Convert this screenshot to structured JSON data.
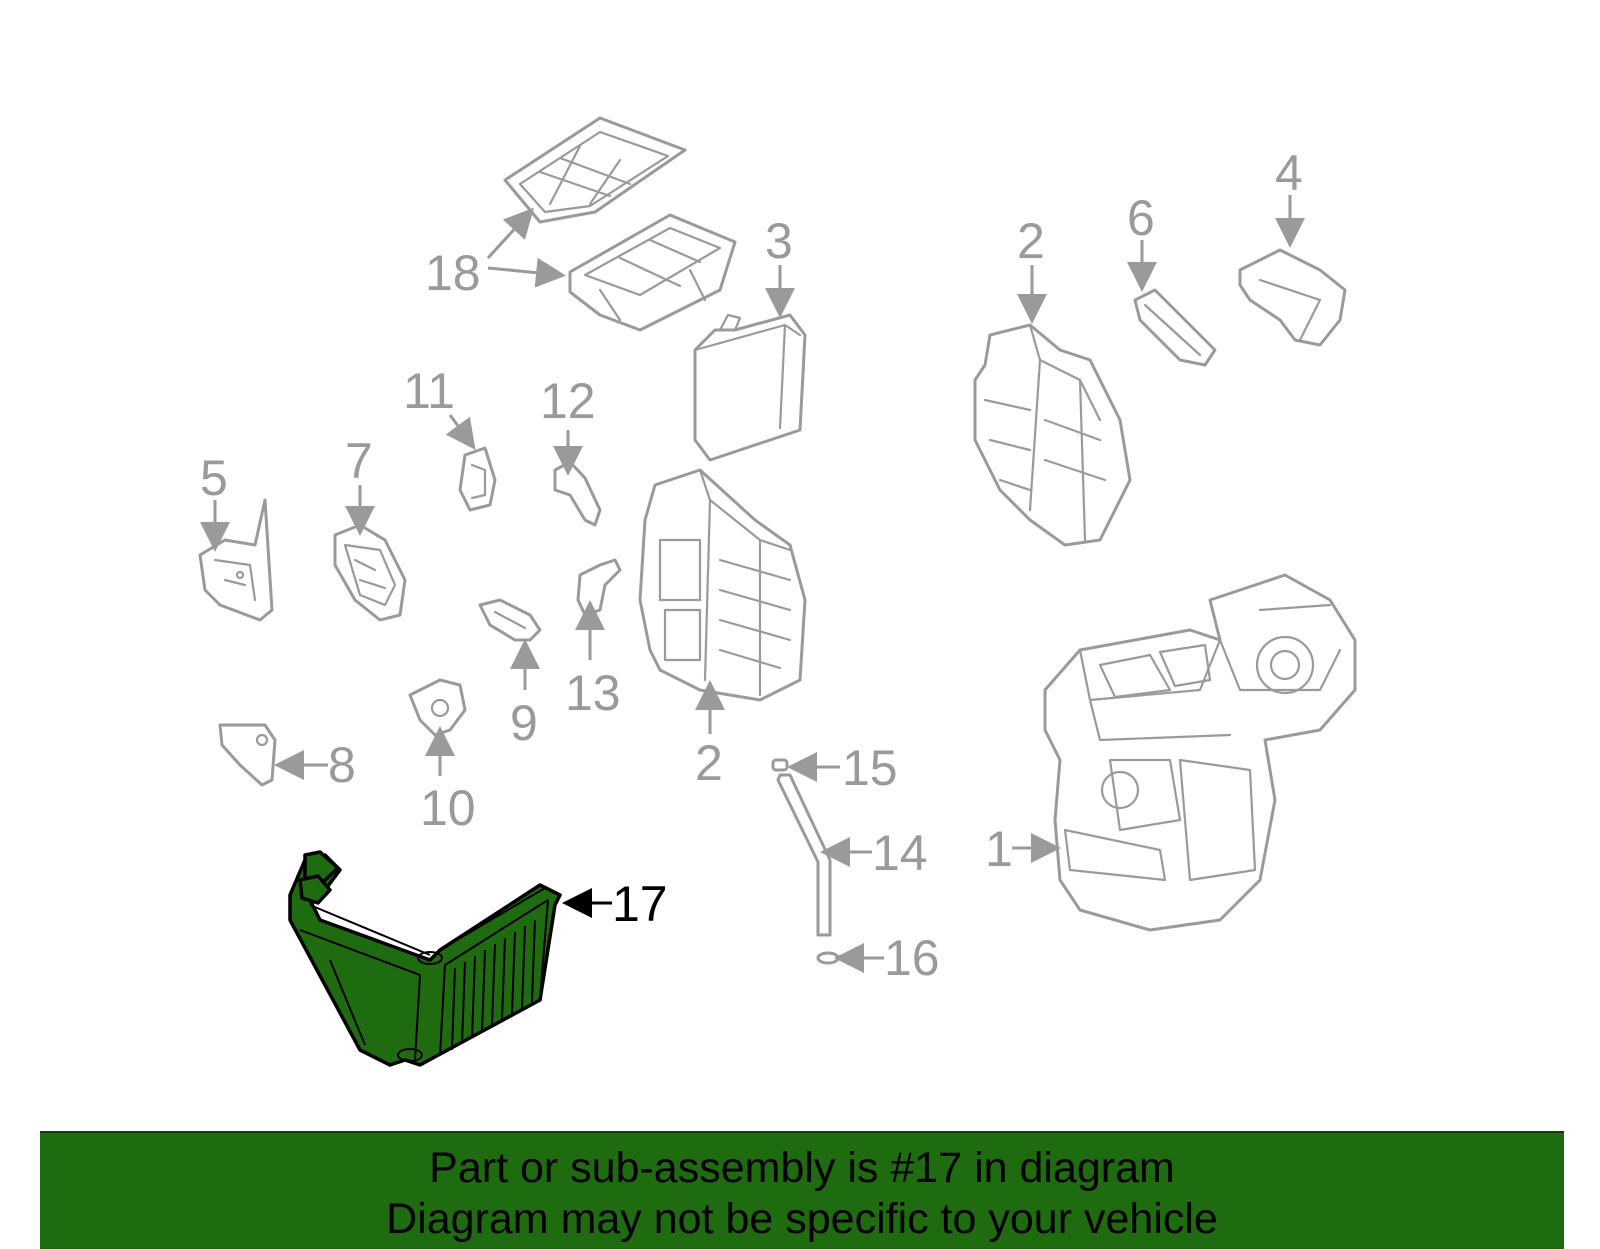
{
  "callouts": {
    "c1": "1",
    "c2a": "2",
    "c2b": "2",
    "c3": "3",
    "c4": "4",
    "c5": "5",
    "c6": "6",
    "c7": "7",
    "c8": "8",
    "c9": "9",
    "c10": "10",
    "c11": "11",
    "c12": "12",
    "c13": "13",
    "c14": "14",
    "c15": "15",
    "c16": "16",
    "c17": "17",
    "c18": "18"
  },
  "highlight": {
    "part_number": "17",
    "fill_color": "#1f6b10",
    "line_color": "#9a9a9a"
  },
  "footer": {
    "line1": "Part or sub-assembly is #17 in diagram",
    "line2": "Diagram may not be specific to your vehicle"
  }
}
